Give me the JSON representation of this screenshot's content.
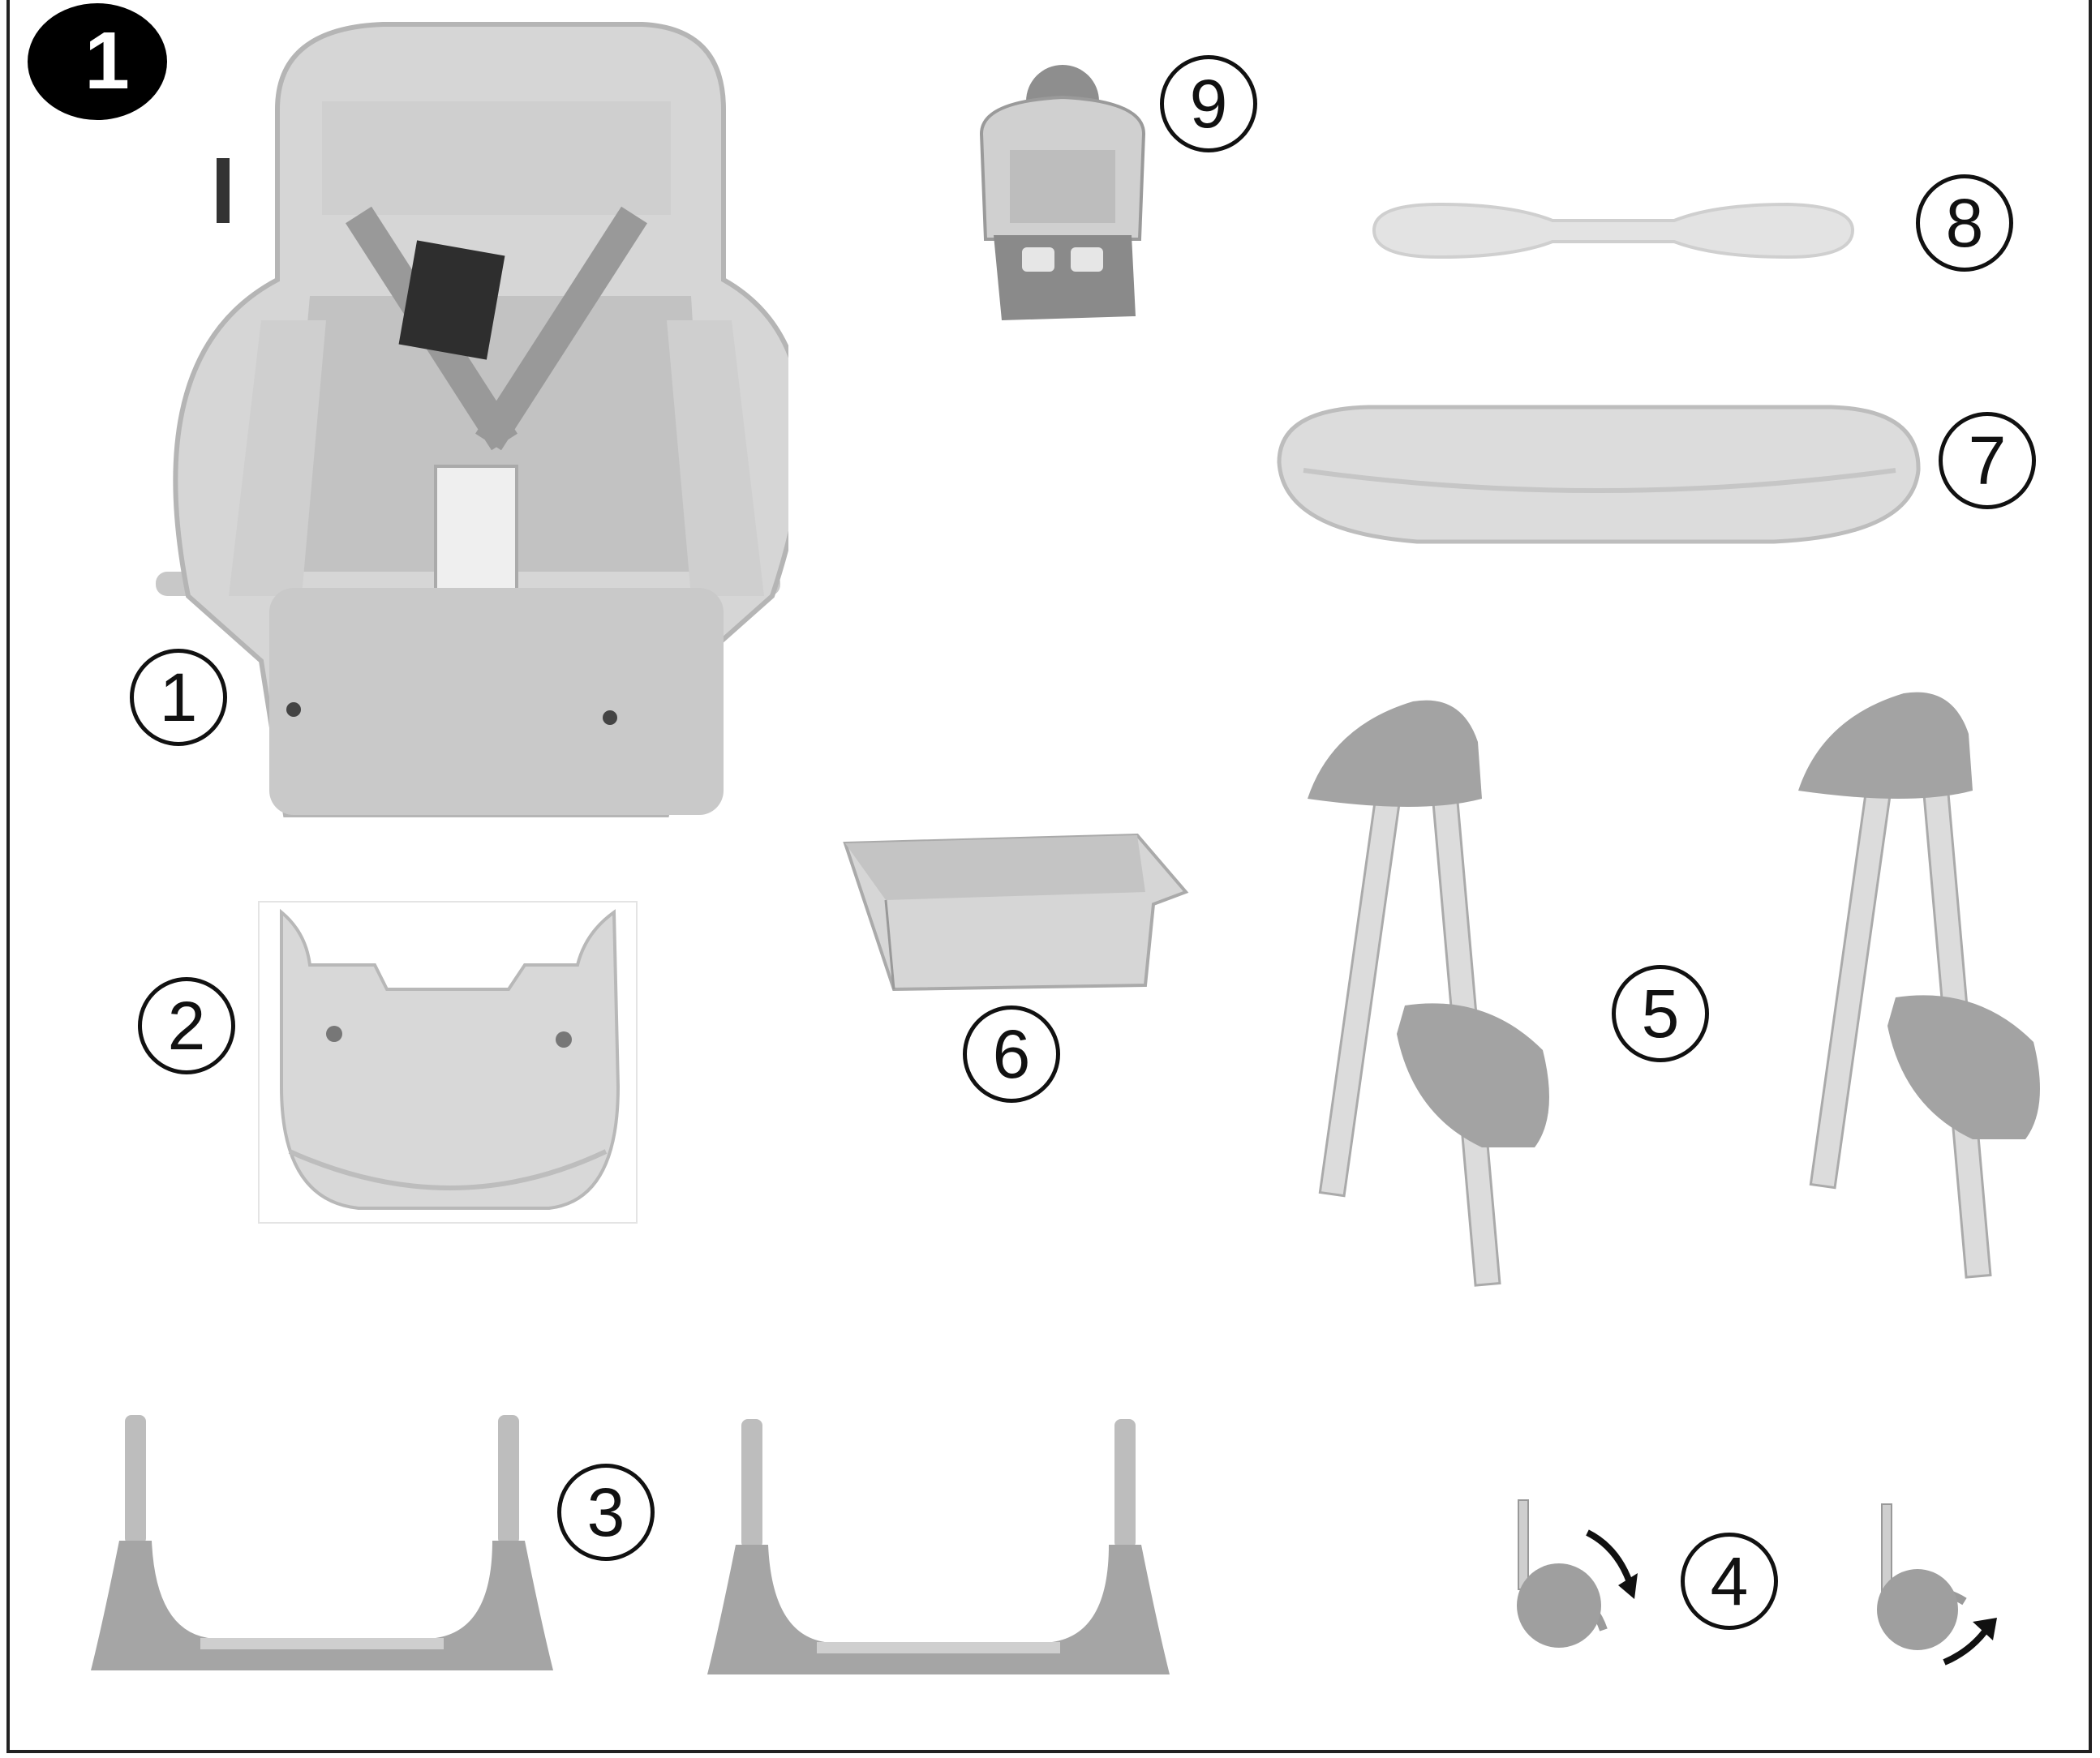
{
  "step_number": "1",
  "part_labels": {
    "seat": "1",
    "footrest": "2",
    "base_frame": "3",
    "wheels": "4",
    "legs": "5",
    "basket": "6",
    "tray": "7",
    "tray_insert": "8",
    "toy": "9"
  },
  "colors": {
    "ink": "#111111",
    "part_light": "#d9d9d9",
    "part_mid": "#a8a8a8",
    "part_dark": "#8c8c8c"
  }
}
